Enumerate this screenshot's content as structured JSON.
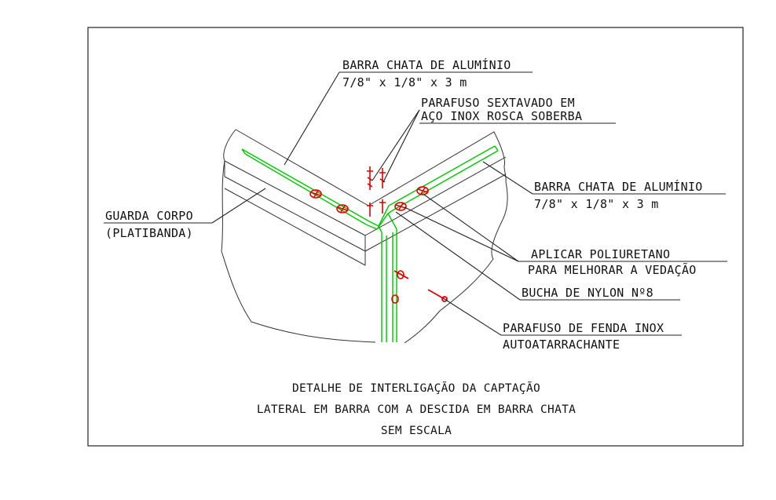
{
  "labels": {
    "barra_top_1": "BARRA CHATA DE ALUMÍNIO",
    "barra_top_2": "7/8\" x 1/8\" x 3 m",
    "parafuso_sext_1": "PARAFUSO SEXTAVADO EM",
    "parafuso_sext_2": "AÇO INOX ROSCA SOBERBA",
    "barra_right_1": "BARRA CHATA DE ALUMÍNIO",
    "barra_right_2": "7/8\" x 1/8\" x 3 m",
    "guarda_1": "GUARDA CORPO",
    "guarda_2": "(PLATIBANDA)",
    "poliuretano_1": "APLICAR POLIURETANO",
    "poliuretano_2": "PARA MELHORAR A VEDAÇÃO",
    "bucha": "BUCHA DE NYLON Nº8",
    "fenda_1": "PARAFUSO DE FENDA INOX",
    "fenda_2": "AUTOATARRACHANTE"
  },
  "caption": {
    "line1": "DETALHE DE INTERLIGAÇÃO DA CAPTAÇÃO",
    "line2": "LATERAL EM BARRA COM A DESCIDA EM BARRA CHATA",
    "line3": "SEM ESCALA"
  },
  "colors": {
    "bar": "#00c800",
    "fastener": "#e00000",
    "line": "#222222"
  }
}
